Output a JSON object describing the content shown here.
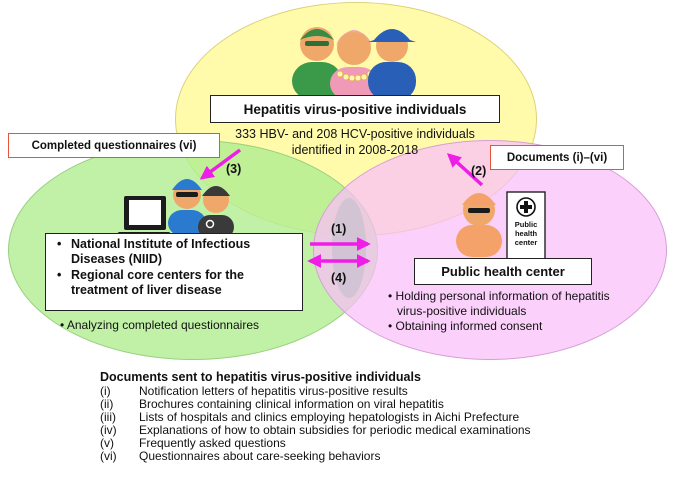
{
  "groups": {
    "hepatitis_positive": {
      "title": "Hepatitis virus-positive individuals",
      "note_line1": "333 HBV- and 208 HCV-positive individuals",
      "note_line2": "identified in 2008-2018"
    },
    "niid": {
      "items": [
        "National Institute of Infectious Diseases (NIID)",
        "Regional core centers for the treatment of liver disease"
      ],
      "note": "• Analyzing completed questionnaires"
    },
    "public_health_center": {
      "title": "Public health center",
      "sign_line1": "Public",
      "sign_line2": "health",
      "sign_line3": "center",
      "notes": [
        "• Holding personal information of hepatitis virus-positive individuals",
        "• Obtaining informed consent"
      ]
    }
  },
  "labels": {
    "completed_questionnaires": "Completed questionnaires (vi)",
    "documents": "Documents (i)–(vi)"
  },
  "steps": {
    "step1": "(1)",
    "step2": "(2)",
    "step3": "(3)",
    "step4": "(4)"
  },
  "documents_list": {
    "title": "Documents sent to hepatitis virus-positive individuals",
    "items": [
      {
        "num": "(i)",
        "text": "Notification letters of hepatitis virus-positive results"
      },
      {
        "num": "(ii)",
        "text": "Brochures containing clinical information on viral hepatitis"
      },
      {
        "num": "(iii)",
        "text": "Lists of hospitals and clinics employing hepatologists in Aichi Prefecture"
      },
      {
        "num": "(iv)",
        "text": "Explanations of how to obtain subsidies for periodic medical examinations"
      },
      {
        "num": "(v)",
        "text": "Frequently asked questions"
      },
      {
        "num": "(vi)",
        "text": "Questionnaires about care-seeking behaviors"
      }
    ]
  },
  "colors": {
    "top_ellipse": "#fffa96",
    "left_ellipse": "#b0ee91",
    "right_ellipse": "#fabefa",
    "arrow": "#ee1de8",
    "label_border": "#e4553b"
  }
}
